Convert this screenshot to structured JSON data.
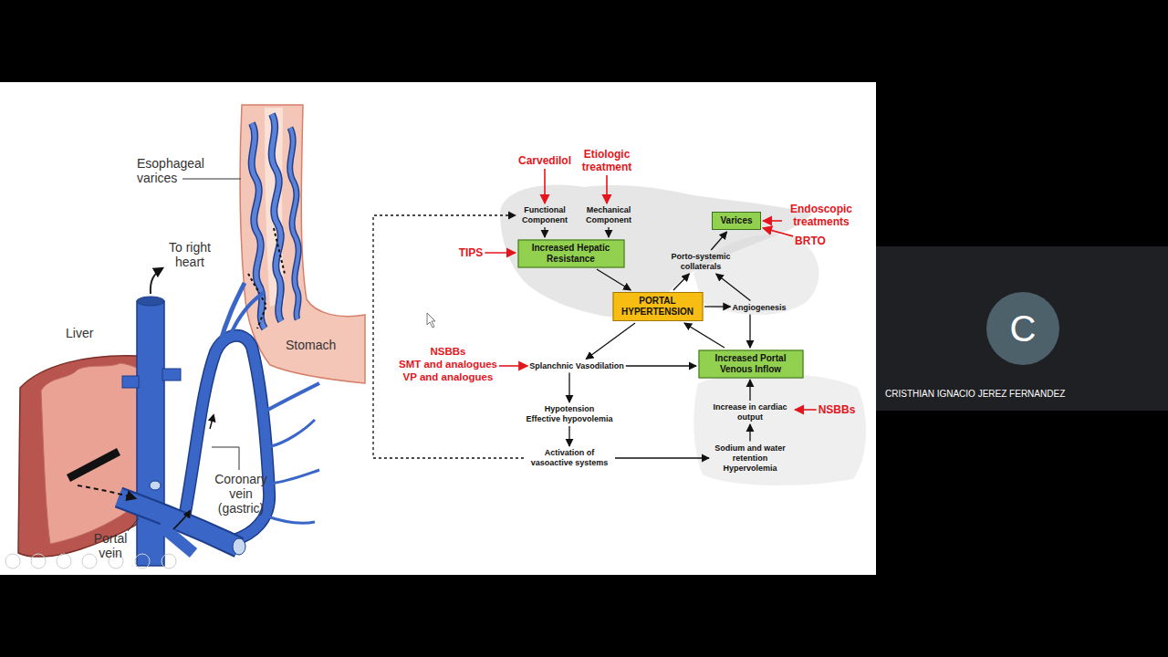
{
  "diagram": {
    "nodes": [
      {
        "text": [
          "Carvedilol"
        ]
      },
      {
        "text": [
          "Etiologic treatment"
        ]
      },
      {
        "text": [
          "Functional Component"
        ]
      },
      {
        "text": [
          "Mechanical Component"
        ]
      },
      {
        "text": [
          "Varices"
        ]
      },
      {
        "text": [
          "Endoscopic treatments"
        ]
      },
      {
        "text": [
          "BRTO"
        ]
      },
      {
        "text": [
          "TIPS"
        ]
      },
      {
        "text": [
          "Increased Hepatic Resistance"
        ]
      },
      {
        "text": [
          "Porto-systemic collaterals"
        ]
      },
      {
        "text": [
          "PORTAL HYPERTENSION"
        ]
      },
      {
        "text": [
          "Angiogenesis"
        ]
      },
      {
        "text": [
          "NSBBs",
          "SMT and analogues",
          "VP and analogues"
        ]
      },
      {
        "text": [
          "Splanchnic Vasodilation"
        ]
      },
      {
        "text": [
          "Increased Portal Venous Inflow"
        ]
      },
      {
        "text": [
          "Hypotension",
          "Effective hypovolemia"
        ]
      },
      {
        "text": [
          "Increase in cardiac output"
        ]
      },
      {
        "text": [
          "NSBBs"
        ]
      },
      {
        "text": [
          "Activation of vasoactive systems"
        ]
      },
      {
        "text": [
          "Sodium and water retention",
          "Hypervolemia"
        ]
      },
      {
        "text": [
          "CRISTHIAN IGNACIO JEREZ FERNANDEZ"
        ]
      },
      {
        "text": [
          "C"
        ],
        "in": 20
      }
    ],
    "edges": [
      {
        "from": 0,
        "to": 2,
        "arrow": "to"
      },
      {
        "from": 1,
        "to": 3,
        "arrow": "to"
      },
      {
        "from": 2,
        "to": 8,
        "arrow": "to"
      },
      {
        "from": 3,
        "to": 8,
        "arrow": "to"
      },
      {
        "from": 5,
        "to": 4,
        "arrow": "to"
      },
      {
        "from": 6,
        "to": 4,
        "arrow": "to"
      },
      {
        "from": 7,
        "to": 8,
        "arrow": "to"
      },
      {
        "from": 8,
        "to": 10,
        "arrow": "to"
      },
      {
        "from": 10,
        "to": 9,
        "arrow": "to"
      },
      {
        "from": 9,
        "to": 4,
        "arrow": "to"
      },
      {
        "from": 10,
        "to": 11,
        "arrow": "to"
      },
      {
        "from": 11,
        "to": 9,
        "arrow": "to"
      },
      {
        "from": 11,
        "to": 14,
        "arrow": "to"
      },
      {
        "from": 14,
        "to": 10,
        "arrow": "to"
      },
      {
        "from": 10,
        "to": 13,
        "arrow": "to"
      },
      {
        "from": 12,
        "to": 13,
        "arrow": "to"
      },
      {
        "from": 13,
        "to": 14,
        "arrow": "to"
      },
      {
        "from": 13,
        "to": 15,
        "arrow": "to"
      },
      {
        "from": 15,
        "to": 18,
        "arrow": "to"
      },
      {
        "from": 18,
        "to": 19,
        "arrow": "to"
      },
      {
        "from": 19,
        "to": 16,
        "arrow": "to"
      },
      {
        "from": 16,
        "to": 14,
        "arrow": "to"
      },
      {
        "from": 17,
        "to": 16,
        "arrow": "to"
      },
      {
        "from": 18,
        "to": 2,
        "arrow": "to"
      }
    ],
    "labels": [
      "Esophageal varices",
      "To right heart",
      "Liver",
      "Stomach",
      "Coronary vein (gastric)",
      "Portal vein"
    ]
  }
}
